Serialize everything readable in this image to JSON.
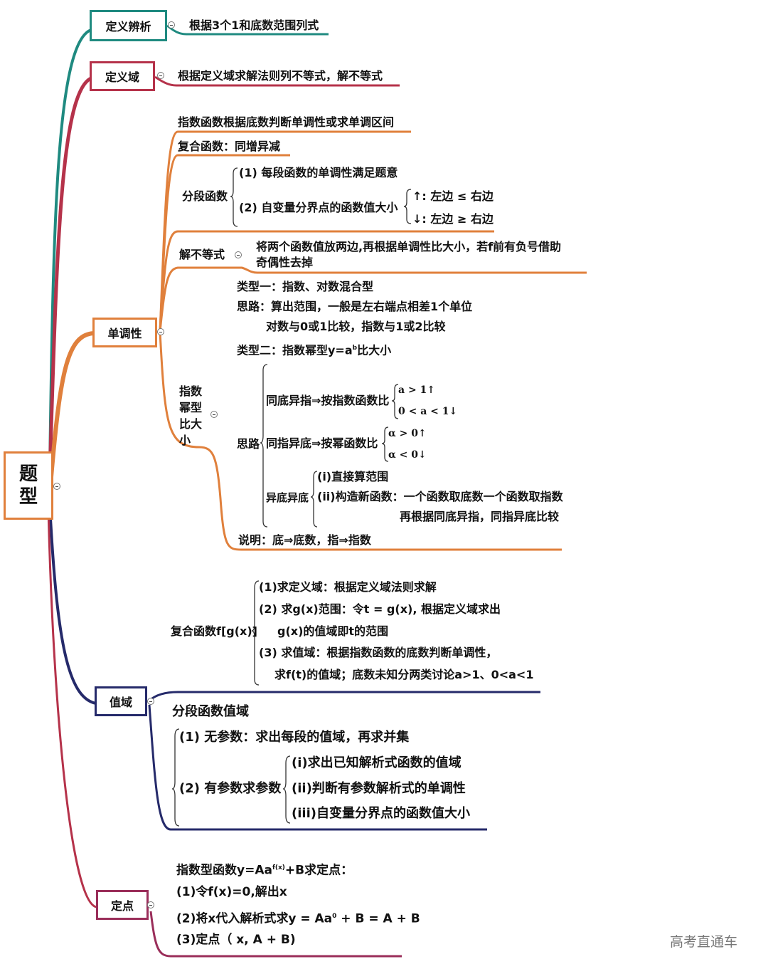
{
  "root": {
    "char1": "题",
    "char2": "型"
  },
  "b1": {
    "title": "定义辨析",
    "desc": "根据3个1和底数范围列式"
  },
  "b2": {
    "title": "定义域",
    "desc": "根据定义域求解法则列不等式，解不等式"
  },
  "b3": {
    "title": "单调性",
    "r1": "指数函数根据底数判断单调性或求单调区间",
    "r2": "复合函数：同增异减",
    "pw_label": "分段函数",
    "pw1": "(1) 每段函数的单调性满足题意",
    "pw2": "(2) 自变量分界点的函数值大小",
    "up": "↑: 左边 ≤ 右边",
    "down": "↓: 左边 ≥ 右边",
    "ineq_label": "解不等式",
    "ineq_l1": "将两个函数值放两边,再根据单调性比大小，若f前有负号借助",
    "ineq_l2": "奇偶性去掉",
    "cmp_v1": "指数",
    "cmp_v2": "幂型",
    "cmp_v3": "比大",
    "cmp_v4": "小",
    "type1": "类型一：指数、对数混合型",
    "idea1": "思路：算出范围，一般是左右端点相差1个单位",
    "idea1b": "对数与0或1比较，指数与1或2比较",
    "type2_pre": "类型二：指数幂型y=a",
    "type2_sup": "b",
    "type2_post": "比大小",
    "idea_label": "思路",
    "same_base": "同底异指⇒按指数函数比",
    "a_gt1": "a > 1↑",
    "a_lt1": "0 < a < 1↓",
    "same_exp": "同指异底⇒按幂函数比",
    "al_gt0": "α > 0↑",
    "al_lt0": "α < 0↓",
    "diff_label": "异底异底",
    "diff1": "(i)直接算范围",
    "diff2": "(ii)构造新函数：一个函数取底数一个函数取指数",
    "diff3": "再根据同底异指，同指异底比较",
    "note": "说明：底⇒底数，指⇒指数"
  },
  "b4": {
    "title": "值域",
    "comp_label": "复合函数f[g(x)]",
    "c1": "(1)求定义域：根据定义域法则求解",
    "c2": "(2) 求g(x)范围：令t = g(x), 根据定义域求出",
    "c2b": "g(x)的值域即t的范围",
    "c3": "(3) 求值域：根据指数函数的底数判断单调性，",
    "c3b": "求f(t)的值域；底数未知分两类讨论a>1、0<a<1",
    "pw_title": "分段函数值域",
    "p1": "(1) 无参数：求出每段的值域，再求并集",
    "p2": "(2) 有参数求参数",
    "p2a": "(i)求出已知解析式函数的值域",
    "p2b": "(ii)判断有参数解析式的单调性",
    "p2c": "(iii)自变量分界点的函数值大小"
  },
  "b5": {
    "title": "定点",
    "l1_pre": "指数型函数y=Aa",
    "l1_sup": "f(x)",
    "l1_post": "+B求定点：",
    "l2": "(1)令f(x)=0,解出x",
    "l3_pre": "(2)将x代入解析式求y = Aa",
    "l3_sup": "0",
    "l3_post": " + B = A + B",
    "l4": "(3)定点（ x, A + B)"
  },
  "watermark": "高考直通车",
  "colors": {
    "teal": "#1f8a80",
    "crimson": "#b5324a",
    "orange": "#e0803c",
    "navy": "#252a6a",
    "plum": "#9a2e5a"
  }
}
